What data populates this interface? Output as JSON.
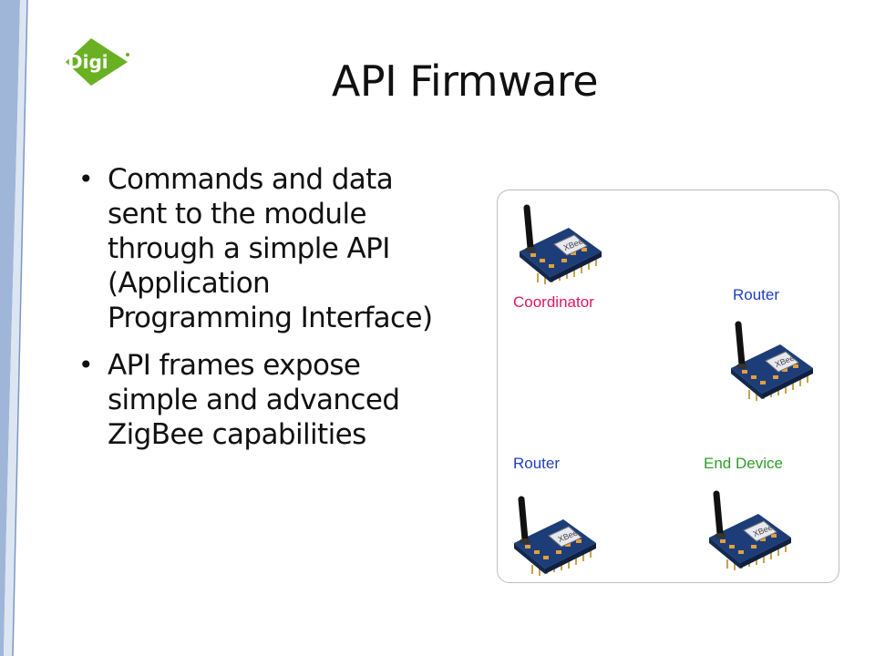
{
  "slide": {
    "title": "API Firmware",
    "bullets": [
      "Commands and data sent to the module through a simple API (Application Programming Interface)",
      "API frames expose simple and advanced ZigBee capabilities"
    ],
    "bullet_glyph": "•"
  },
  "logo": {
    "text": "Digi",
    "icon": "digi-logo",
    "color": "#6ab023"
  },
  "network": {
    "nodes": [
      {
        "label": "Coordinator",
        "color": "#e0155f",
        "icon": "xbee-module-icon"
      },
      {
        "label": "Router",
        "color": "#1f3fbf",
        "icon": "xbee-module-icon"
      },
      {
        "label": "Router",
        "color": "#1f3fbf",
        "icon": "xbee-module-icon"
      },
      {
        "label": "End Device",
        "color": "#2e9e28",
        "icon": "xbee-module-icon"
      }
    ]
  },
  "colors": {
    "band_blue": "#9fb6d8",
    "box_border": "#bdbdbd"
  }
}
